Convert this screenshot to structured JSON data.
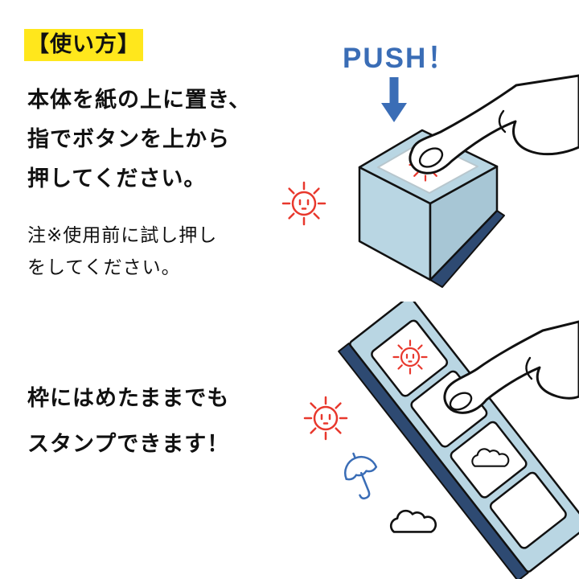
{
  "header": {
    "label": "【使い方】"
  },
  "instructions": [
    "本体を紙の上に置き、",
    "指でボタンを上から",
    "押してください。"
  ],
  "note": [
    "注※使用前に試し押し",
    "をしてください。"
  ],
  "frame_tip": [
    "枠にはめたままでも",
    "スタンプできます！"
  ],
  "push": {
    "label": "PUSH！"
  },
  "icons": {
    "push_arrow": "down-arrow",
    "sun_doodle": "sun-with-face",
    "sun_stamp": "sun-with-face",
    "cloud_doodle": "cloud-outline",
    "cloud_stamp": "cloud-outline",
    "umbrella_doodle": "open-umbrella",
    "finger": "pressing-finger"
  },
  "colors": {
    "highlight": "#ffe71c",
    "accent_blue": "#3a6db6",
    "doodle_red": "#e8382d",
    "stamp_body": "#b9d6e3",
    "stamp_side": "#a7c6d5",
    "stamp_base": "#2e4a72",
    "text": "#111111"
  }
}
